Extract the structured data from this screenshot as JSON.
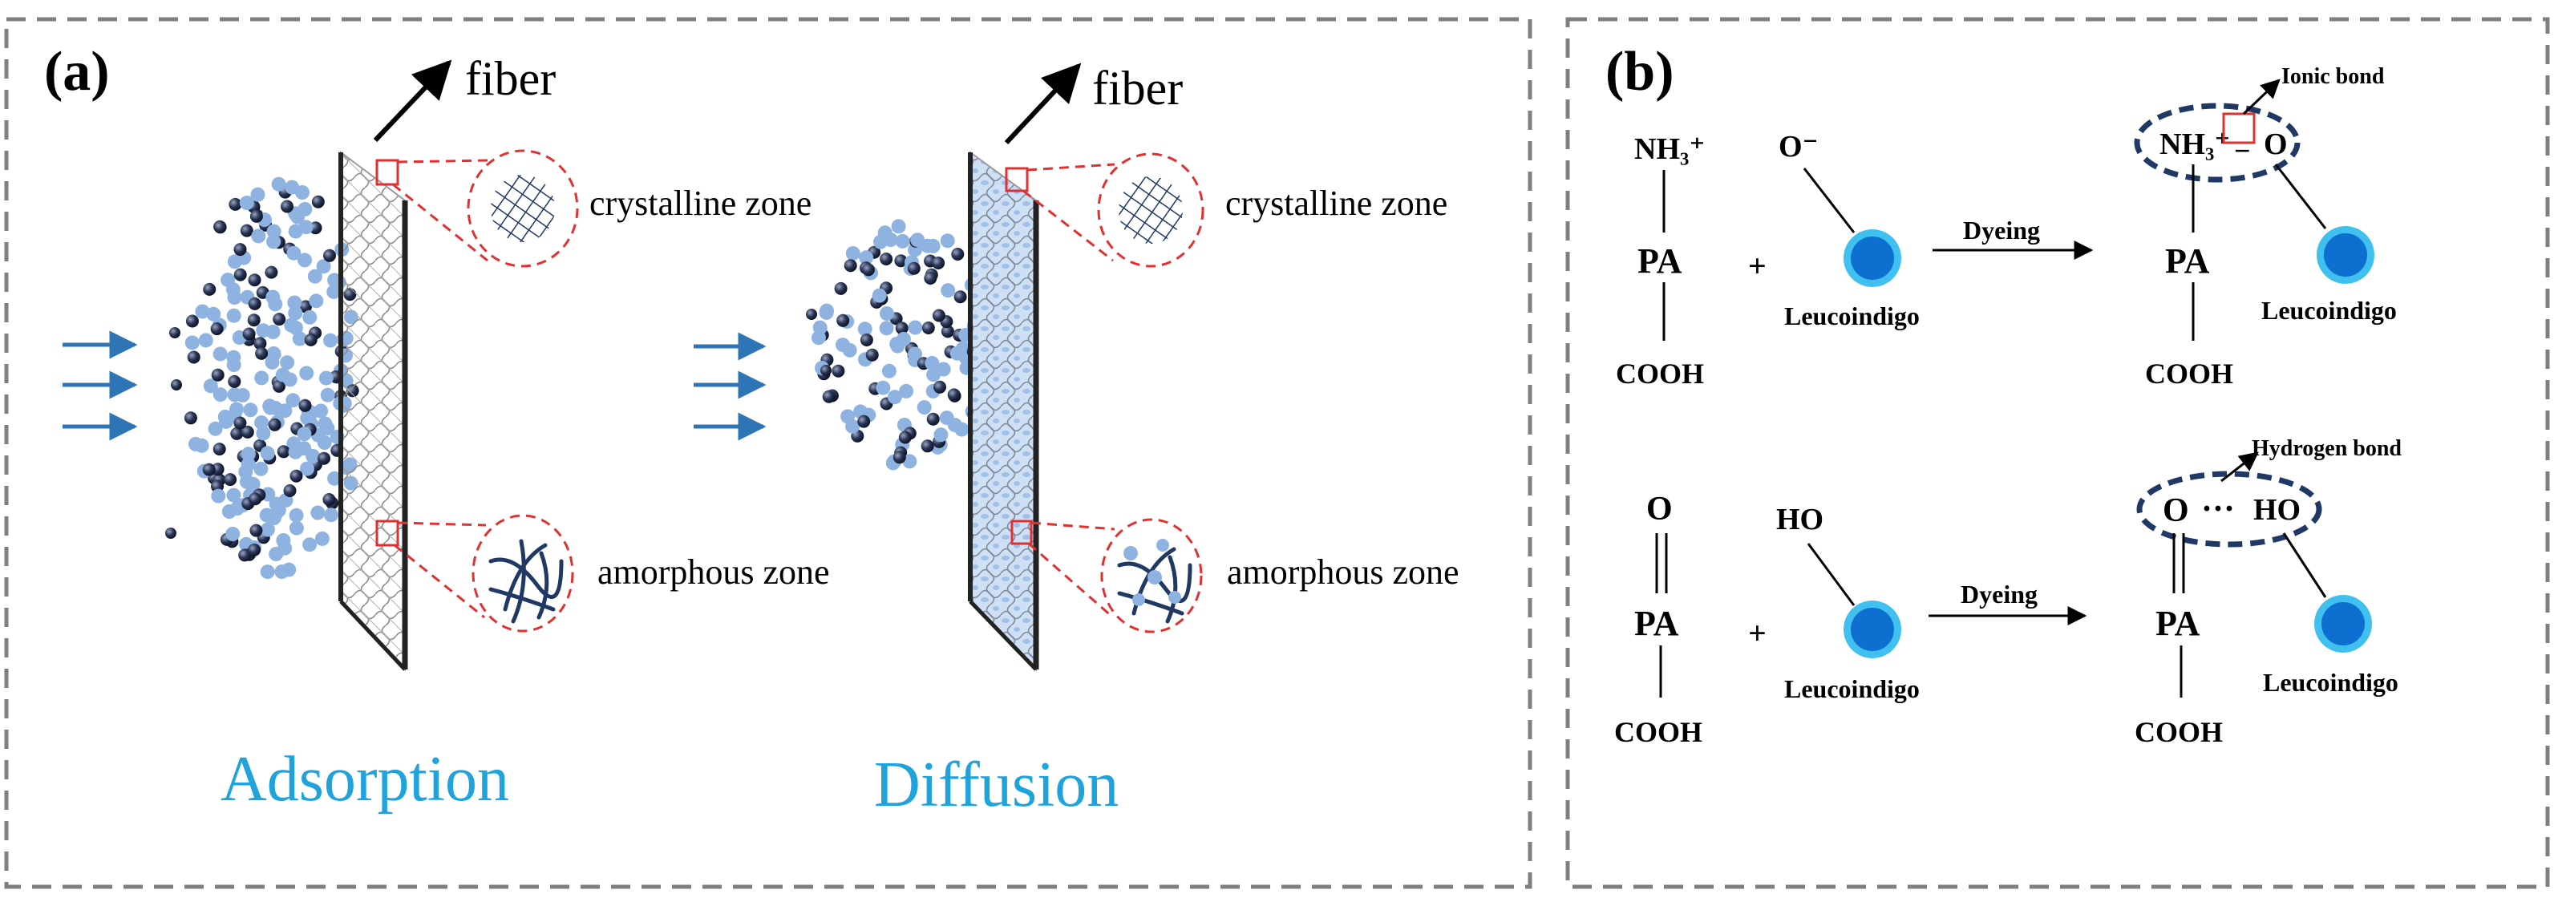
{
  "panel_a": {
    "label": "(a)",
    "left": {
      "fiber": "fiber",
      "crystalline": "crystalline zone",
      "amorphous": "amorphous zone",
      "caption": "Adsorption"
    },
    "right": {
      "fiber": "fiber",
      "crystalline": "crystalline zone",
      "amorphous": "amorphous zone",
      "caption": "Diffusion"
    }
  },
  "panel_b": {
    "label": "(b)",
    "top": {
      "nh3": "NH₃⁺",
      "pa": "PA",
      "cooh": "COOH",
      "plus": "+",
      "o_minus": "O⁻",
      "leuco": "Leucoindigo",
      "dyeing": "Dyeing",
      "bond_label": "Ionic bond",
      "prod_nh3": "NH₃⁺",
      "prod_minus": "−",
      "prod_o": "O",
      "prod_pa": "PA",
      "prod_cooh": "COOH",
      "prod_leuco": "Leucoindigo"
    },
    "bottom": {
      "o": "O",
      "pa": "PA",
      "cooh": "COOH",
      "plus": "+",
      "ho": "HO",
      "leuco": "Leucoindigo",
      "dyeing": "Dyeing",
      "bond_label": "Hydrogen bond",
      "prod_o": "O",
      "prod_dots": "···",
      "prod_ho": "HO",
      "prod_pa": "PA",
      "prod_cooh": "COOH",
      "prod_leuco": "Leucoindigo"
    }
  },
  "colors": {
    "frame": "#7f7f7f",
    "arrow_blue": "#2e75b6",
    "dot_light": "#8fb3e0",
    "dot_dark": "#1f2a44",
    "caption": "#1fa3dc",
    "red": "#e03030",
    "navy": "#1f3864",
    "leuco_outer": "#3fc0ee",
    "leuco_inner": "#0d6fd0"
  }
}
